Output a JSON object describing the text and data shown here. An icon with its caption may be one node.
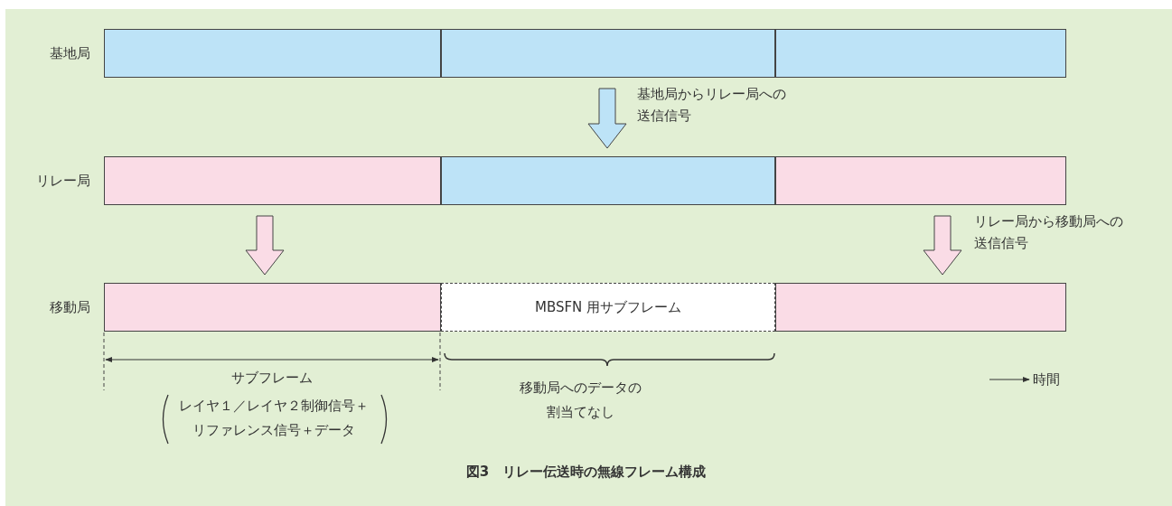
{
  "diagram": {
    "caption": "図3　リレー伝送時の無線フレーム構成",
    "nodes": [
      {
        "text": [],
        "shape": "box"
      },
      {
        "text": [],
        "shape": "box"
      },
      {
        "text": [],
        "shape": "box"
      },
      {
        "text": [],
        "shape": "box"
      },
      {
        "text": [],
        "shape": "box"
      },
      {
        "text": [],
        "shape": "box"
      },
      {
        "text": [],
        "shape": "box"
      },
      {
        "text": [
          "MBSFN 用サブフレーム"
        ]
      },
      {
        "text": [],
        "shape": "box"
      }
    ],
    "edges": [
      {
        "from": 1,
        "to": 4,
        "arrow": "to",
        "label": "基地局からリレー局への送信信号",
        "style": "thick",
        "color": "#bde3f7"
      },
      {
        "from": 3,
        "to": 6,
        "arrow": "to",
        "style": "thick"
      },
      {
        "from": 5,
        "to": 8,
        "arrow": "to",
        "label": "リレー局から移動局への送信信号",
        "style": "thick"
      }
    ],
    "labels": [
      "基地局",
      "リレー局",
      "移動局",
      "サブフレーム",
      "レイヤ１／レイヤ２制御信号＋リファレンス信号＋データ",
      "移動局へのデータの割当てなし",
      "時間"
    ]
  }
}
